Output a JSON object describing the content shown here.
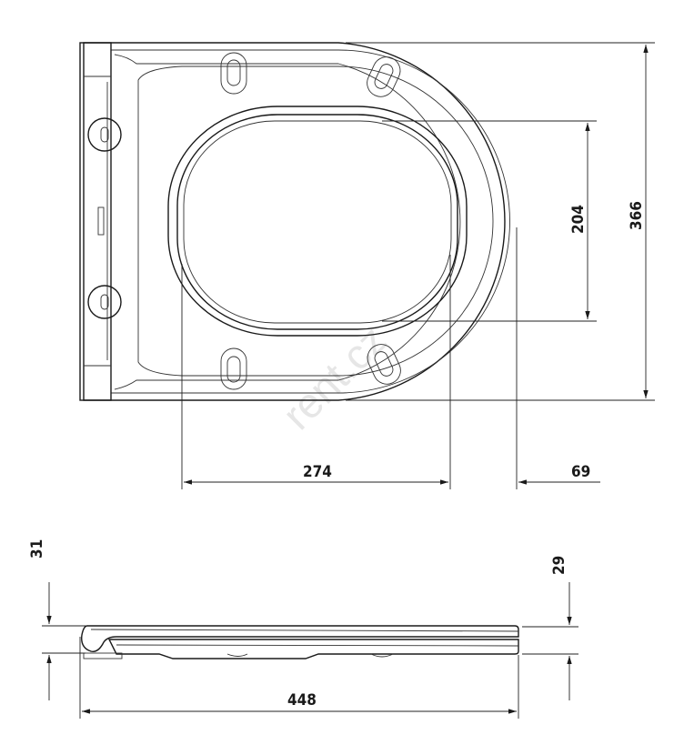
{
  "title": "Toilet seat dimension drawing",
  "watermark": "rent.cz",
  "dimensions": {
    "overall_depth": "366",
    "opening_depth": "204",
    "opening_length": "274",
    "front_rim": "69",
    "total_length": "448",
    "height_hinge": "31",
    "height_front": "29"
  }
}
